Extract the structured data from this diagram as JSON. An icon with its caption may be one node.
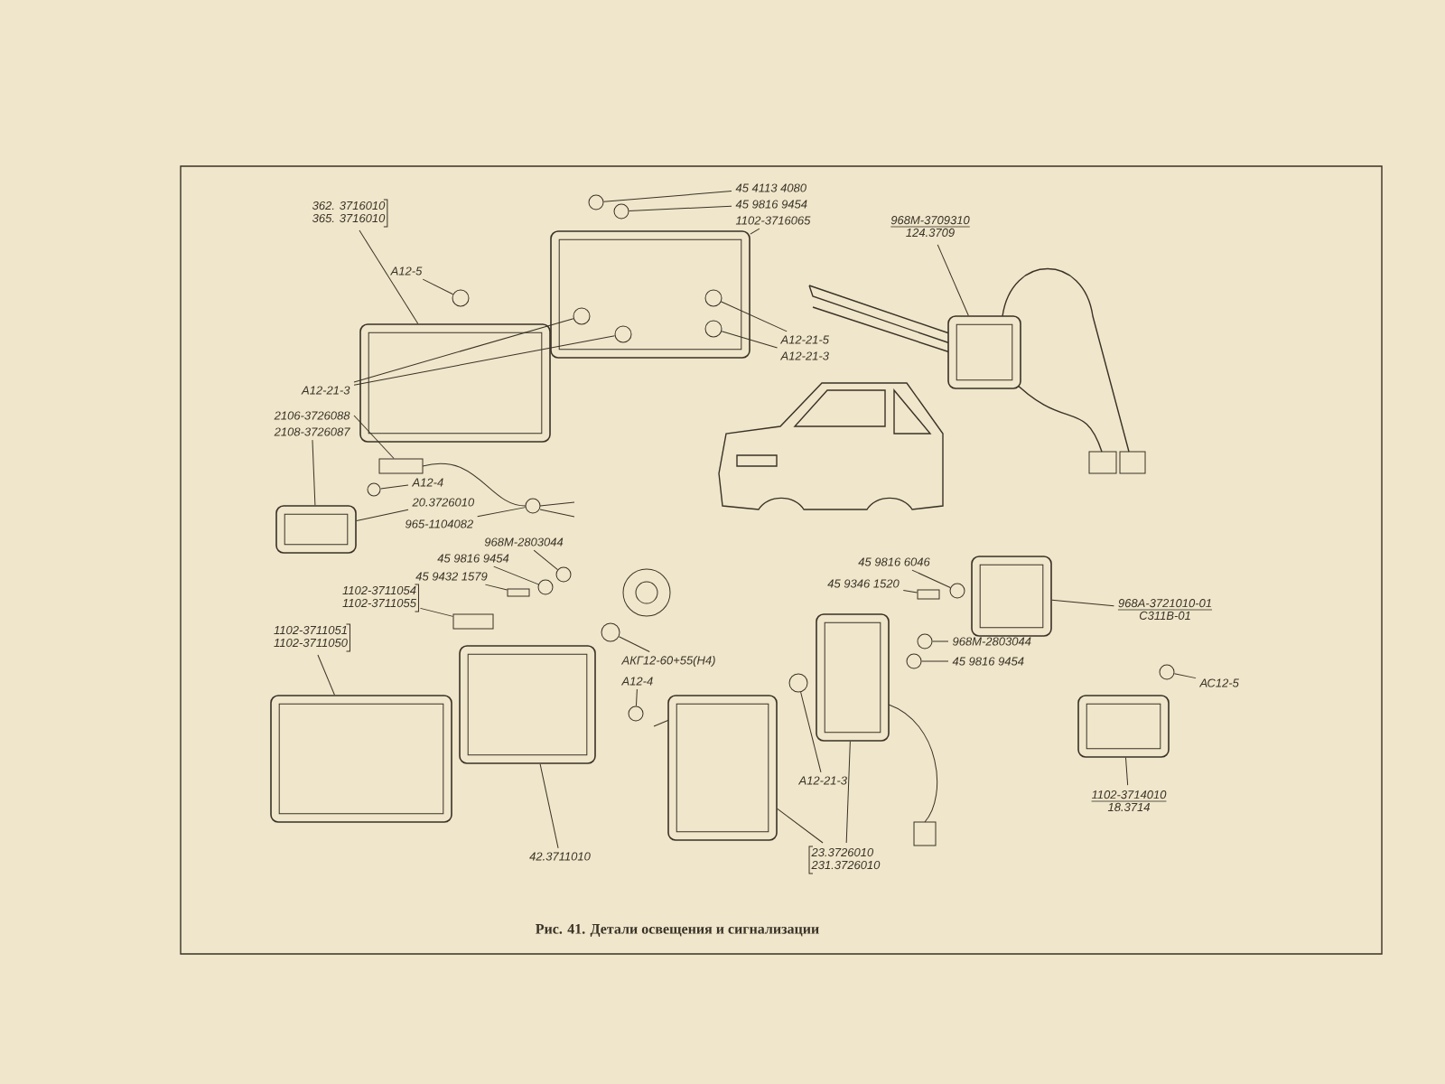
{
  "diagram": {
    "caption": "Рис. 41. Детали освещения и сигнализации",
    "nodes": [
      {
        "text": [
          "362. 3716010",
          "365. 3716010"
        ]
      },
      {
        "text": [
          "45 4113 4080"
        ]
      },
      {
        "text": [
          "45 9816 9454"
        ]
      },
      {
        "text": [
          "1102-3716065"
        ]
      },
      {
        "text": [
          "A12-5"
        ]
      },
      {
        "text": [
          "A12-21-5"
        ]
      },
      {
        "text": [
          "A12-21-3"
        ]
      },
      {
        "text": [
          "A12-21-3"
        ]
      },
      {
        "text": [
          "2106-3726088"
        ]
      },
      {
        "text": [
          "2108-3726087"
        ]
      },
      {
        "text": [
          "A12-4"
        ]
      },
      {
        "text": [
          "20.3726010"
        ]
      },
      {
        "text": [
          "965-1104082"
        ]
      },
      {
        "text": [
          "968M-3709310",
          "124.3709"
        ]
      },
      {
        "text": [
          "968M-2803044"
        ]
      },
      {
        "text": [
          "45 9816 9454"
        ]
      },
      {
        "text": [
          "45 9432 1579"
        ]
      },
      {
        "text": [
          "1102-3711054",
          "1102-3711055"
        ]
      },
      {
        "text": [
          "1102-3711051",
          "1102-3711050"
        ]
      },
      {
        "text": [
          "АКГ12-60+55(Н4)"
        ]
      },
      {
        "text": [
          "A12-4"
        ]
      },
      {
        "text": [
          "45 9816 6046"
        ]
      },
      {
        "text": [
          "45 9346 1520"
        ]
      },
      {
        "text": [
          "968А-3721010-01",
          "С311В-01"
        ]
      },
      {
        "text": [
          "968M-2803044"
        ]
      },
      {
        "text": [
          "45 9816 9454"
        ]
      },
      {
        "text": [
          "АС12-5"
        ]
      },
      {
        "text": [
          "A12-21-3"
        ]
      },
      {
        "text": [
          "1102-3714010",
          "18.3714"
        ]
      },
      {
        "text": [
          "42.3711010"
        ]
      },
      {
        "text": [
          "23.3726010",
          "231.3726010"
        ]
      },
      {
        "text": [],
        "shape": "picture"
      },
      {
        "text": [],
        "shape": "picture"
      },
      {
        "text": [],
        "shape": "circle"
      },
      {
        "text": [],
        "shape": "circle"
      },
      {
        "text": [],
        "shape": "circle"
      },
      {
        "text": [],
        "shape": "circle",
        "in": 32
      },
      {
        "text": [],
        "shape": "circle",
        "in": 32
      },
      {
        "text": [],
        "shape": "circle",
        "in": 32
      },
      {
        "text": [],
        "shape": "circle",
        "in": 32
      },
      {
        "text": [],
        "shape": "box"
      },
      {
        "text": [],
        "shape": "circle"
      },
      {
        "text": [],
        "shape": "picture"
      },
      {
        "text": [],
        "shape": "circle"
      },
      {
        "text": [],
        "shape": "picture"
      },
      {
        "text": [],
        "shape": "circle"
      },
      {
        "text": [],
        "shape": "circle"
      },
      {
        "text": [],
        "shape": "box"
      },
      {
        "text": [],
        "shape": "box"
      },
      {
        "text": [],
        "shape": "picture"
      },
      {
        "text": [],
        "shape": "picture"
      },
      {
        "text": [],
        "shape": "circle"
      },
      {
        "text": [],
        "shape": "circle"
      },
      {
        "text": [],
        "shape": "picture"
      },
      {
        "text": [],
        "shape": "circle"
      },
      {
        "text": [],
        "shape": "picture"
      },
      {
        "text": [],
        "shape": "circle"
      },
      {
        "text": [],
        "shape": "box"
      },
      {
        "text": [],
        "shape": "picture"
      },
      {
        "text": [],
        "shape": "circle"
      },
      {
        "text": [],
        "shape": "circle"
      },
      {
        "text": [],
        "shape": "circle"
      },
      {
        "text": [],
        "shape": "picture"
      }
    ],
    "edges": [
      {
        "from": 0,
        "to": 31,
        "arrow": "none"
      },
      {
        "from": 1,
        "to": 33,
        "arrow": "none"
      },
      {
        "from": 2,
        "to": 34,
        "arrow": "none"
      },
      {
        "from": 3,
        "to": 32,
        "arrow": "none"
      },
      {
        "from": 4,
        "to": 35,
        "arrow": "none"
      },
      {
        "from": 5,
        "to": 38,
        "arrow": "none"
      },
      {
        "from": 6,
        "to": 39,
        "arrow": "none"
      },
      {
        "from": 7,
        "to": 36,
        "arrow": "none"
      },
      {
        "from": 7,
        "to": 37,
        "arrow": "none"
      },
      {
        "from": 8,
        "to": 40,
        "arrow": "none"
      },
      {
        "from": 9,
        "to": 42,
        "arrow": "none"
      },
      {
        "from": 10,
        "to": 41,
        "arrow": "none"
      },
      {
        "from": 11,
        "to": 42,
        "arrow": "none"
      },
      {
        "from": 12,
        "to": 43,
        "arrow": "none"
      },
      {
        "from": 13,
        "to": 44,
        "arrow": "none"
      },
      {
        "from": 14,
        "to": 45,
        "arrow": "none"
      },
      {
        "from": 15,
        "to": 46,
        "arrow": "none"
      },
      {
        "from": 16,
        "to": 47,
        "arrow": "none"
      },
      {
        "from": 17,
        "to": 48,
        "arrow": "none"
      },
      {
        "from": 18,
        "to": 49,
        "arrow": "none"
      },
      {
        "from": 19,
        "to": 51,
        "arrow": "none"
      },
      {
        "from": 20,
        "to": 52,
        "arrow": "none"
      },
      {
        "from": 21,
        "to": 56,
        "arrow": "none"
      },
      {
        "from": 22,
        "to": 57,
        "arrow": "none"
      },
      {
        "from": 23,
        "to": 58,
        "arrow": "none"
      },
      {
        "from": 24,
        "to": 59,
        "arrow": "none"
      },
      {
        "from": 25,
        "to": 60,
        "arrow": "none"
      },
      {
        "from": 26,
        "to": 61,
        "arrow": "none"
      },
      {
        "from": 27,
        "to": 54,
        "arrow": "none"
      },
      {
        "from": 28,
        "to": 62,
        "arrow": "none"
      },
      {
        "from": 29,
        "to": 50,
        "arrow": "none"
      },
      {
        "from": 30,
        "to": 55,
        "arrow": "none"
      },
      {
        "from": 30,
        "to": 53,
        "arrow": "none"
      }
    ]
  }
}
